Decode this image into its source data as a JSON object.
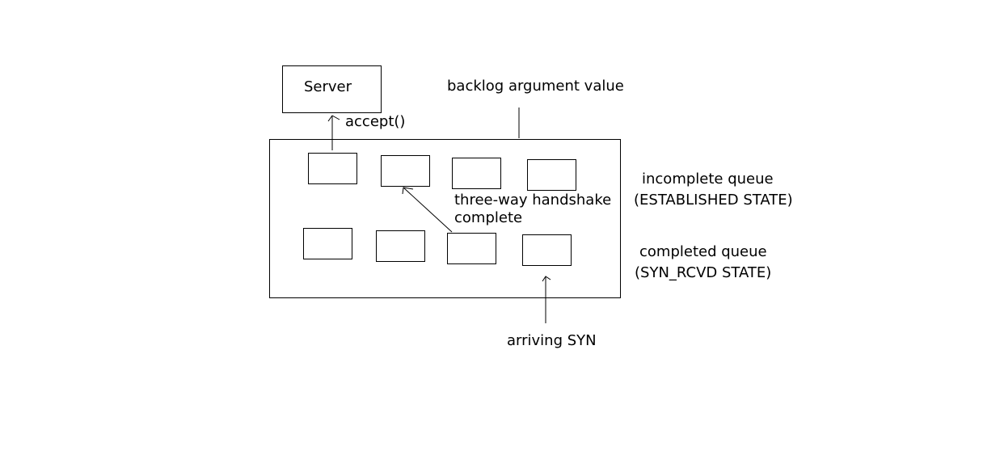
{
  "server": {
    "label": "Server"
  },
  "accept": {
    "label": "accept()"
  },
  "backlog": {
    "label": "backlog argument value"
  },
  "handshake": {
    "line1": "three-way handshake",
    "line2": "complete"
  },
  "incomplete_queue": {
    "line1": "incomplete queue",
    "line2": "(ESTABLISHED STATE)"
  },
  "completed_queue": {
    "line1": "completed queue",
    "line2": "(SYN_RCVD STATE)"
  },
  "arriving": {
    "label": "arriving SYN"
  }
}
